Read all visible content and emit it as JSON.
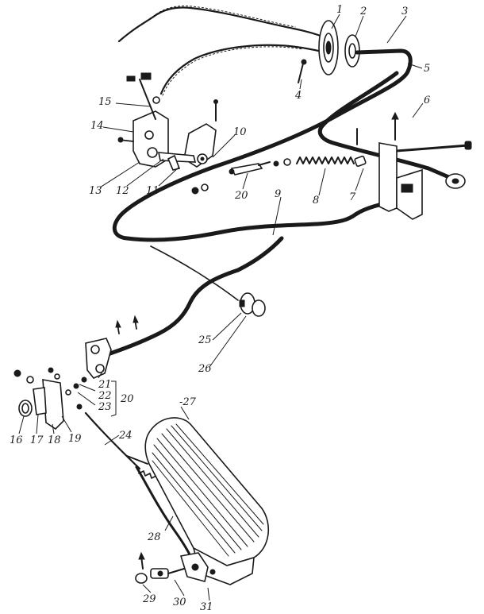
{
  "diagram": {
    "background": "#ffffff",
    "ink": "#1a1a1a",
    "callouts": [
      {
        "id": "c1",
        "text": "1"
      },
      {
        "id": "c2",
        "text": "2"
      },
      {
        "id": "c3",
        "text": "3"
      },
      {
        "id": "c4",
        "text": "4"
      },
      {
        "id": "c5",
        "text": "5"
      },
      {
        "id": "c6",
        "text": "6"
      },
      {
        "id": "c7",
        "text": "7"
      },
      {
        "id": "c8",
        "text": "8"
      },
      {
        "id": "c9",
        "text": "9"
      },
      {
        "id": "c10",
        "text": "10"
      },
      {
        "id": "c11",
        "text": "11"
      },
      {
        "id": "c12",
        "text": "12"
      },
      {
        "id": "c13",
        "text": "13"
      },
      {
        "id": "c14",
        "text": "14"
      },
      {
        "id": "c15",
        "text": "15"
      },
      {
        "id": "c16",
        "text": "16"
      },
      {
        "id": "c17",
        "text": "17"
      },
      {
        "id": "c18",
        "text": "18"
      },
      {
        "id": "c19",
        "text": "19"
      },
      {
        "id": "c20a",
        "text": "20"
      },
      {
        "id": "c20b",
        "text": "20"
      },
      {
        "id": "c21",
        "text": "21"
      },
      {
        "id": "c22",
        "text": "22"
      },
      {
        "id": "c23",
        "text": "23"
      },
      {
        "id": "c24",
        "text": "24"
      },
      {
        "id": "c25",
        "text": "25"
      },
      {
        "id": "c26",
        "text": "26"
      },
      {
        "id": "c27",
        "text": "-27"
      },
      {
        "id": "c28",
        "text": "28"
      },
      {
        "id": "c29",
        "text": "29"
      },
      {
        "id": "c30",
        "text": "30"
      },
      {
        "id": "c31",
        "text": "31"
      }
    ]
  }
}
